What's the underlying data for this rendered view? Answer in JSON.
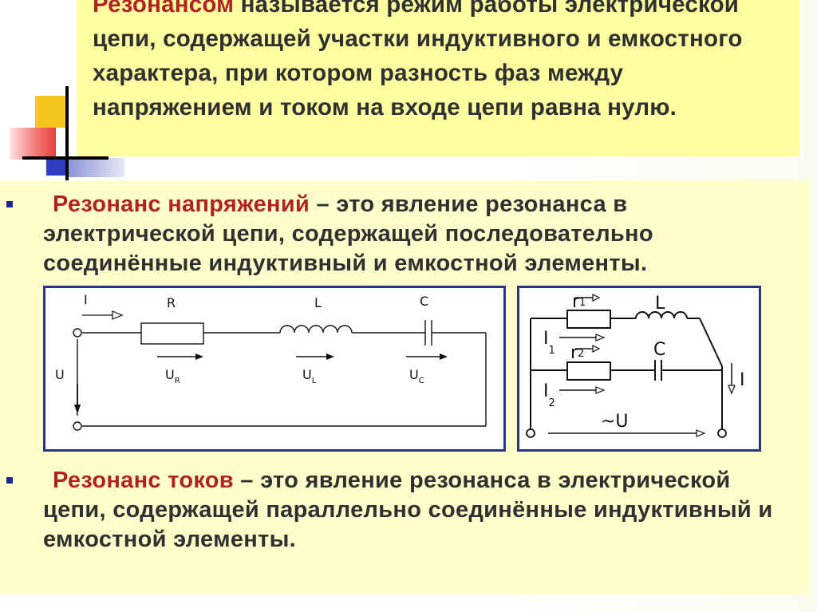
{
  "title": {
    "term": "Резонансом",
    "rest": " называется режим работы электрической цепи, содержащей участки индуктивного и емкостного характера, при котором разность фаз между напряжением и током на входе цепи равна нулю."
  },
  "bullets": [
    {
      "term": "Резонанс напряжений",
      "dash": " – ",
      "text": "это явление резонанса в электрической цепи, содержащей последовательно соединённые индуктивный и емкостной элементы."
    },
    {
      "term": "Резонанс токов",
      "dash": " – ",
      "text": "это явление резонанса в электрической цепи, содержащей параллельно соединённые индуктивный и емкостной элементы."
    }
  ],
  "series_circuit": {
    "current": "I",
    "voltage": "U",
    "resistor": "R",
    "inductor": "L",
    "capacitor": "C",
    "u_symbol": "U",
    "u_r_sub": "R",
    "u_l_sub": "L",
    "u_c_sub": "C"
  },
  "parallel_circuit": {
    "r1_main": "r",
    "r1_sub": "1",
    "r2_main": "r",
    "r2_sub": "2",
    "inductor": "L",
    "capacitor": "C",
    "i1_main": "I",
    "i1_sub": "1",
    "i2_main": "I",
    "i2_sub": "2",
    "total_current": "I",
    "voltage": "~U"
  },
  "colors": {
    "title_bg": "#ffff9f",
    "content_bg": "#ffffcc",
    "accent": "#b22222",
    "diagram_border": "#27338f",
    "bullet": "#1b2a8a"
  }
}
